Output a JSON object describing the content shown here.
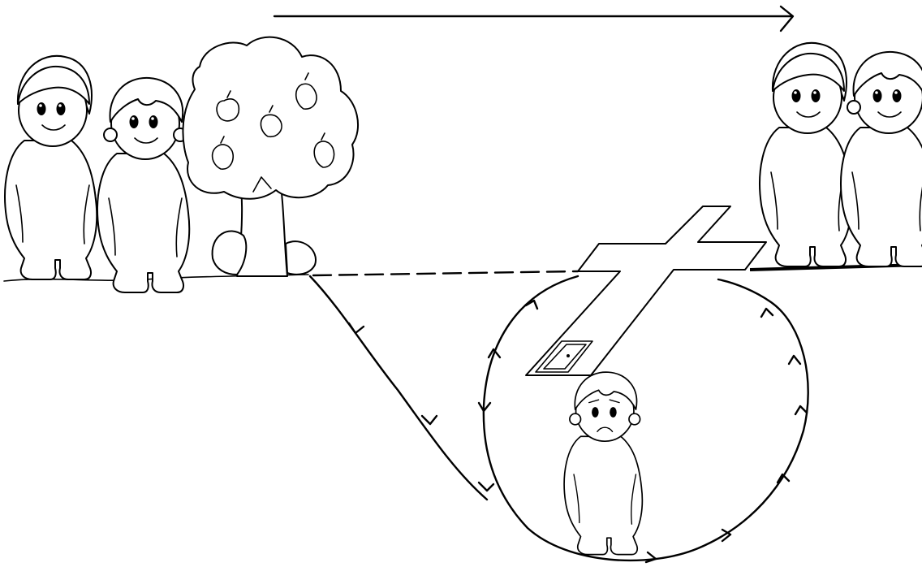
{
  "scene": {
    "kind": "illustration",
    "colors": {
      "ink": "#000000",
      "paper": "#ffffff"
    },
    "elements": [
      "time-arrow",
      "girl-left",
      "boy-left",
      "apple-tree",
      "ground-line-left",
      "dashed-bridge-line",
      "cross",
      "door-in-cross",
      "circular-path",
      "sad-boy",
      "girl-right",
      "boy-right",
      "ground-line-right"
    ],
    "icons": [
      "arrowhead-icon",
      "cross-icon",
      "door-icon",
      "apple-icon"
    ]
  }
}
